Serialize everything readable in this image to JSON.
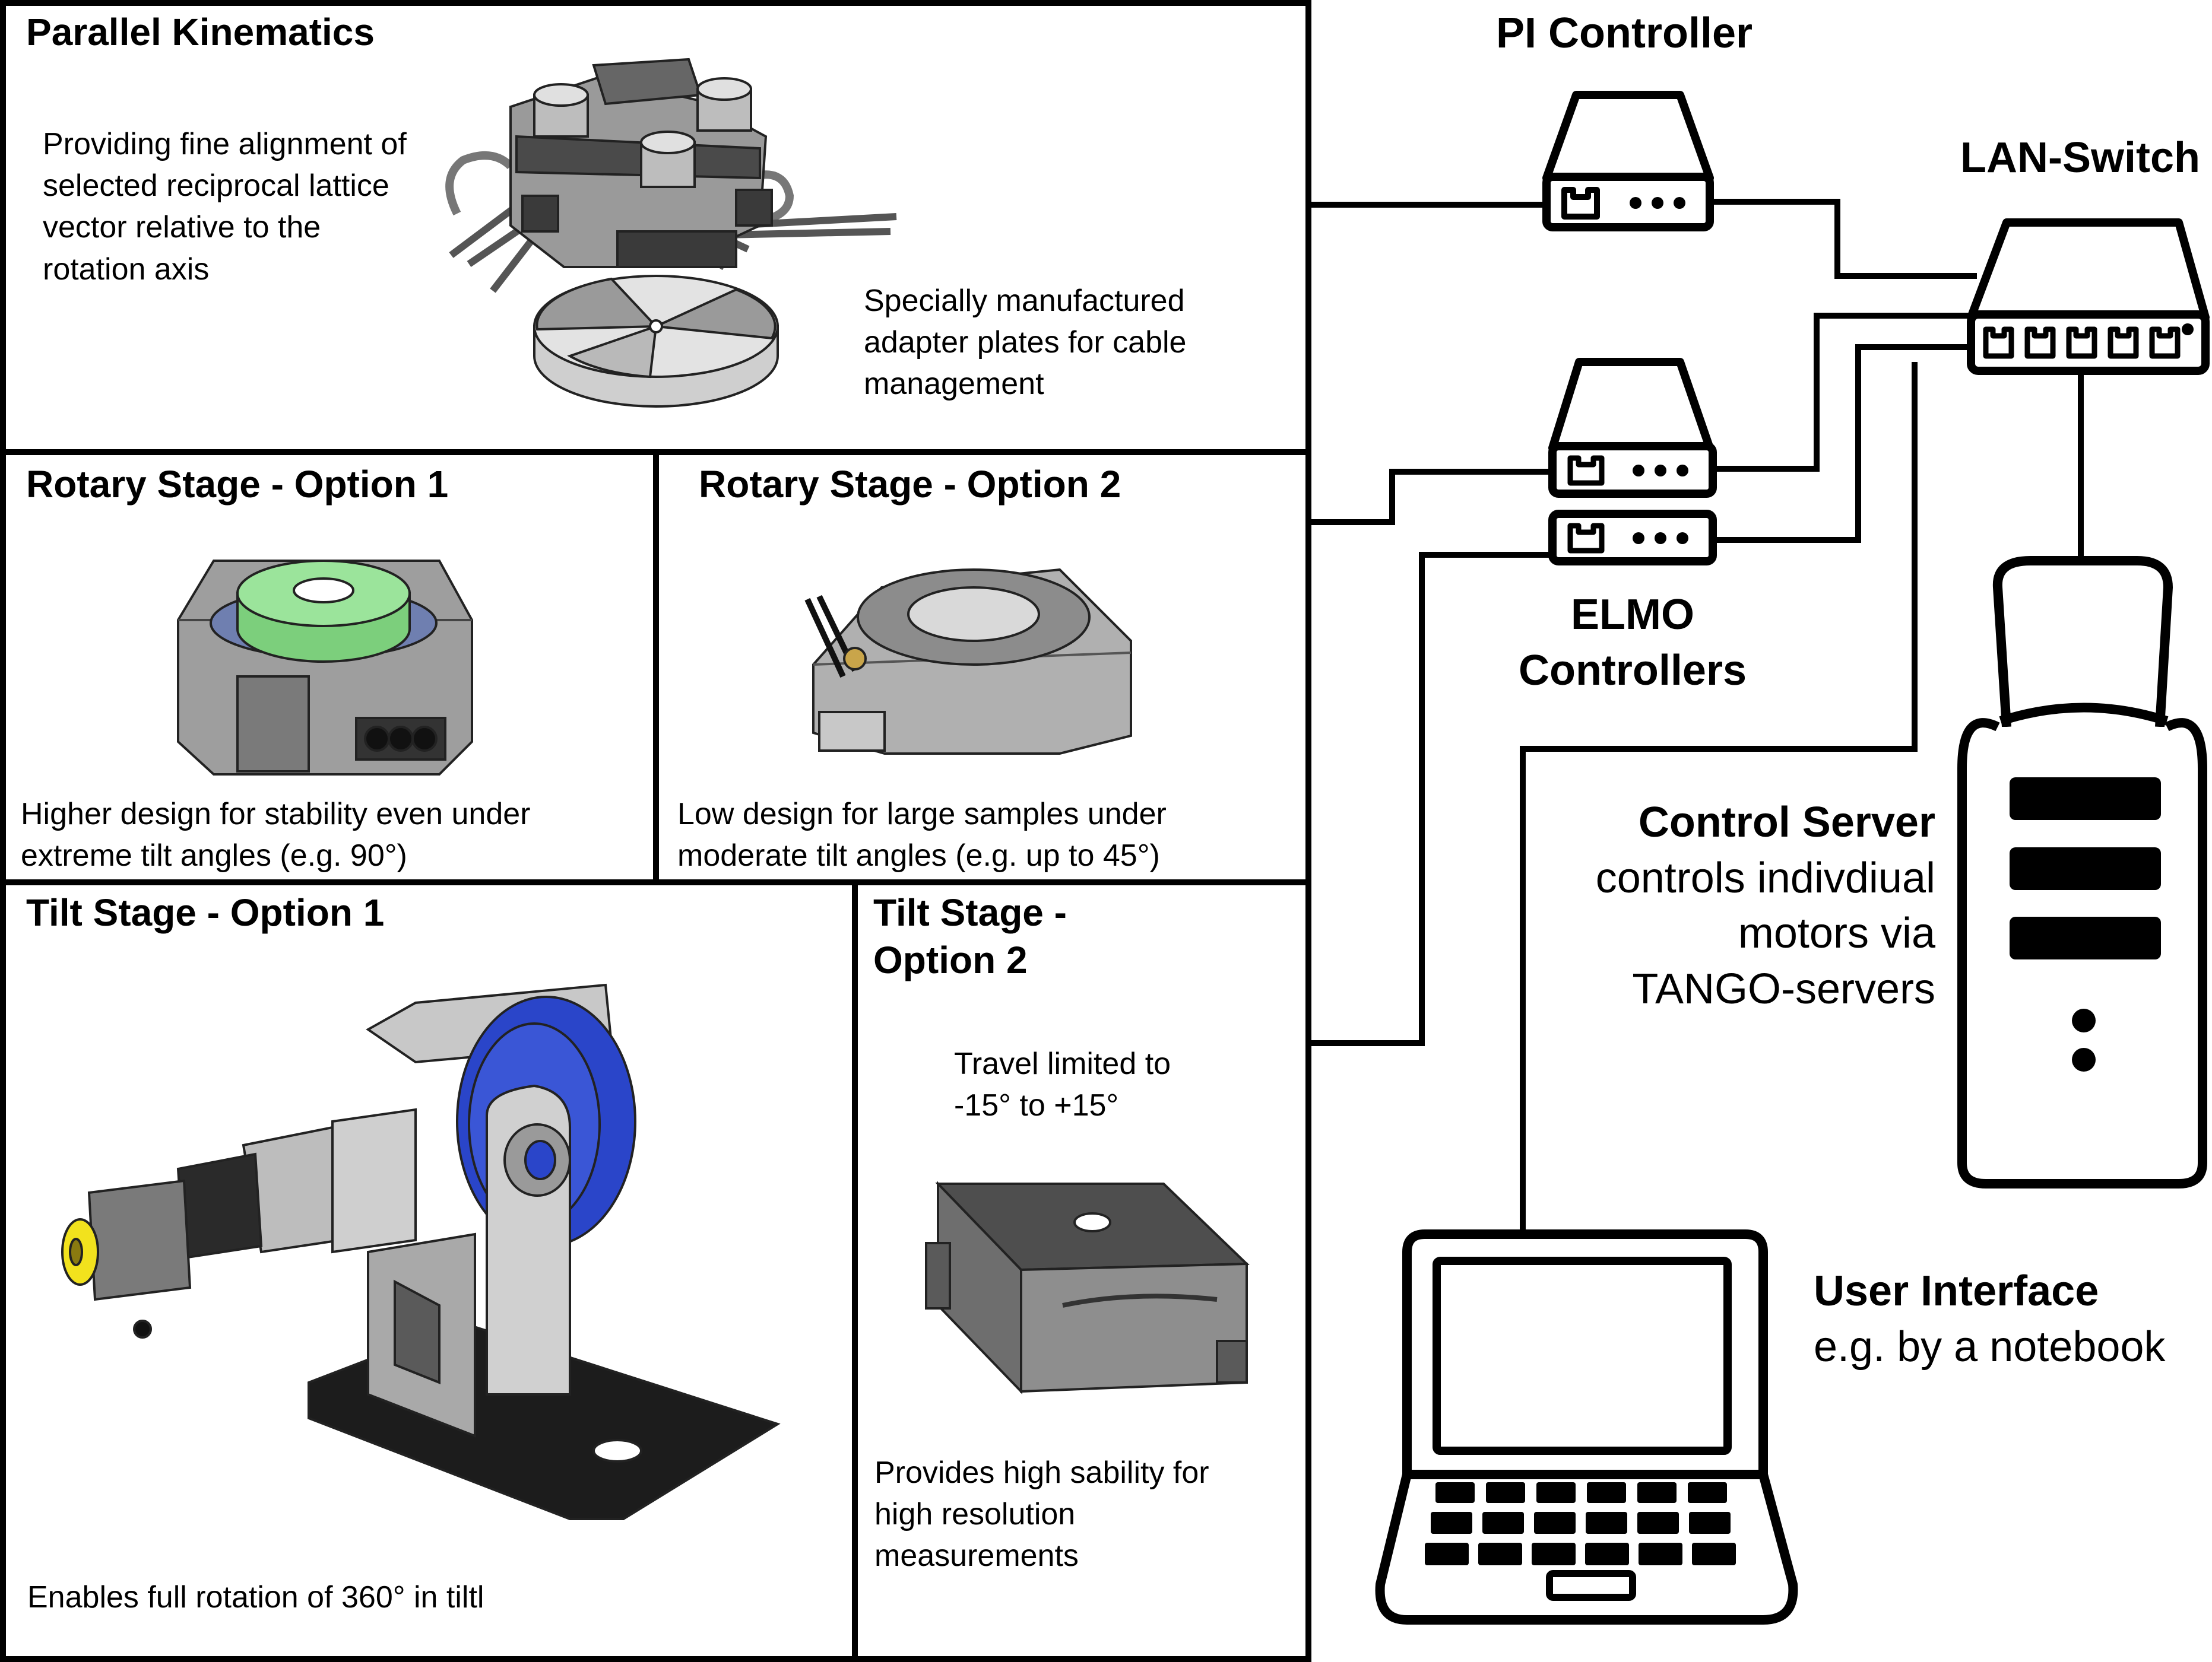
{
  "panels": {
    "parallel_kinematics": {
      "title": "Parallel Kinematics",
      "description": [
        "Providing fine alignment of",
        "selected reciprocal lattice",
        "vector relative to the",
        "rotation axis"
      ],
      "adapter_note": [
        "Specially manufactured",
        "adapter plates for cable",
        "management"
      ]
    },
    "rotary_option1": {
      "title": "Rotary Stage - Option 1",
      "description": [
        "Higher design for stability even under",
        "extreme tilt angles (e.g. 90°)"
      ]
    },
    "rotary_option2": {
      "title": "Rotary Stage - Option 2",
      "description": [
        "Low design for large samples under",
        "moderate tilt angles (e.g. up to 45°)"
      ]
    },
    "tilt_option1": {
      "title": "Tilt Stage - Option 1",
      "description": "Enables full rotation of 360° in tiltl"
    },
    "tilt_option2": {
      "title": [
        "Tilt Stage -",
        "Option 2"
      ],
      "travel": [
        "Travel limited to",
        "-15° to +15°"
      ],
      "description": [
        "Provides high sability for",
        "high resolution",
        "measurements"
      ]
    }
  },
  "network": {
    "pi_controller": {
      "label": "PI Controller"
    },
    "lan_switch": {
      "label": "LAN-Switch"
    },
    "elmo_controllers": {
      "label": [
        "ELMO",
        "Controllers"
      ]
    },
    "control_server": {
      "title": "Control Server",
      "description": [
        "controls indivdiual",
        "motors via",
        "TANGO-servers"
      ]
    },
    "user_interface": {
      "title": "User Interface",
      "description": "e.g. by a notebook"
    }
  },
  "colors": {
    "line": "#000000",
    "green_rotor": "#9be49b",
    "blue_ring": "#2a45c9",
    "yellow_cap": "#f2e21d",
    "metal_light": "#d9d9d9",
    "metal_mid": "#a6a6a6",
    "metal_dark": "#5a5a5a",
    "base_black": "#1c1c1c"
  }
}
